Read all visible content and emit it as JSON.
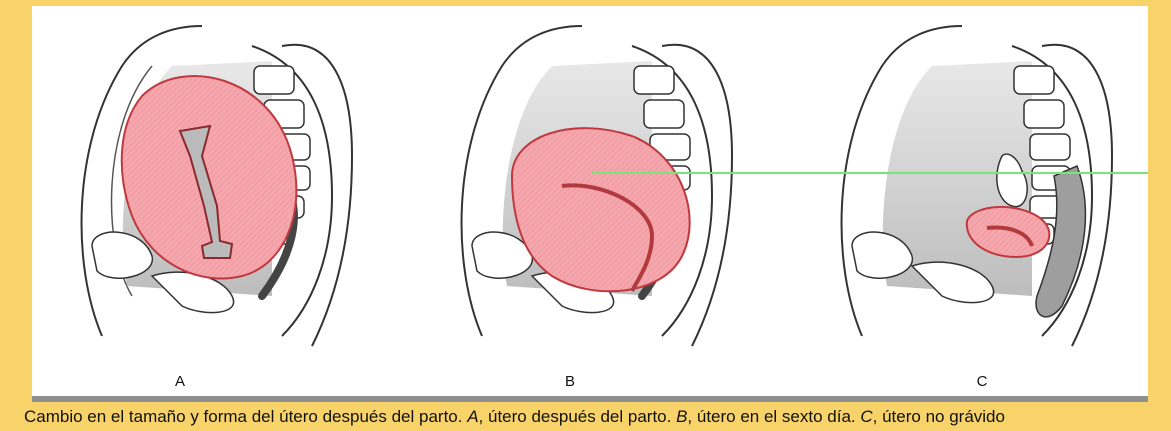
{
  "figure": {
    "panels": [
      {
        "label": "A"
      },
      {
        "label": "B"
      },
      {
        "label": "C"
      }
    ]
  },
  "caption": {
    "part1": "Cambio en el tamaño y forma del útero después del parto. ",
    "a_letter": "A",
    "part2": ", útero después del parto. ",
    "b_letter": "B",
    "part3": ", útero en el sexto día. ",
    "c_letter": "C",
    "part4": ", útero no grávido"
  },
  "colors": {
    "background": "#f8d36a",
    "uterus_fill": "#f4a7ad",
    "uterus_stroke": "#c0393f",
    "cavity": "#b23a3e",
    "guide_line": "#7be37b"
  }
}
